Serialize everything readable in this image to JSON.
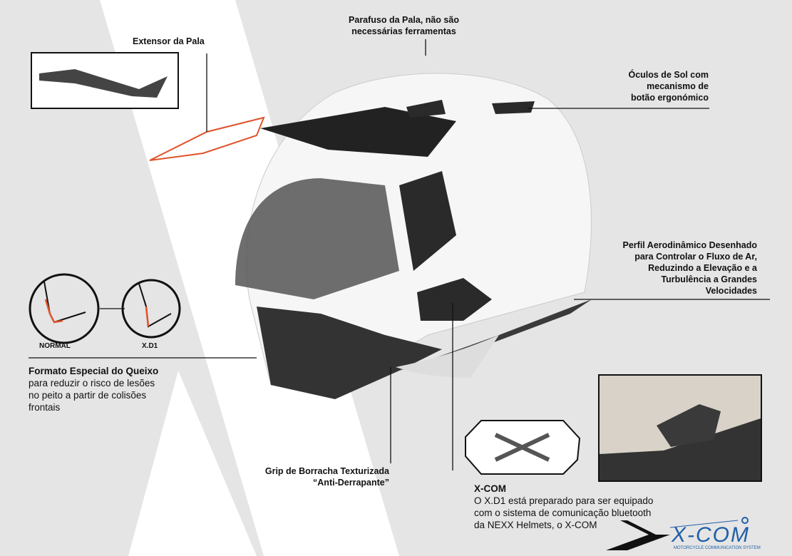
{
  "labels": {
    "visor_screw": [
      "Parafuso da Pala, não são",
      "necessárias ferramentas"
    ],
    "visor_extender": "Extensor da Pala",
    "sunglasses": [
      "Óculos de Sol com",
      "mecanismo de",
      "botão ergonómico"
    ],
    "aero": [
      "Perfil Aerodinâmico Desenhado",
      "para Controlar o Fluxo de Ar,",
      "Reduzindo a Elevação e a",
      "Turbulência a Grandes",
      "Velocidades"
    ],
    "normal": "NORMAL",
    "xd1": "X.D1",
    "chin_title": "Formato Especial do Queixo",
    "chin_text": [
      "para reduzir o risco de lesões",
      "no peito a partir de colisões",
      "frontais"
    ],
    "grip": [
      "Grip de Borracha Texturizada",
      "“Anti-Derrapante”"
    ],
    "xcom_title": "X-COM",
    "xcom_text": [
      "O X.D1 está preparado para ser equipado",
      "com o sistema de comunicação bluetooth",
      "da NEXX Helmets, o X-COM"
    ]
  },
  "logo": {
    "main": "X-COM",
    "tagline": "MOTORCYCLE COMMUNICATION SYSTEM"
  },
  "colors": {
    "accent": "#e0522a",
    "logo_blue": "#1f5fa8"
  }
}
